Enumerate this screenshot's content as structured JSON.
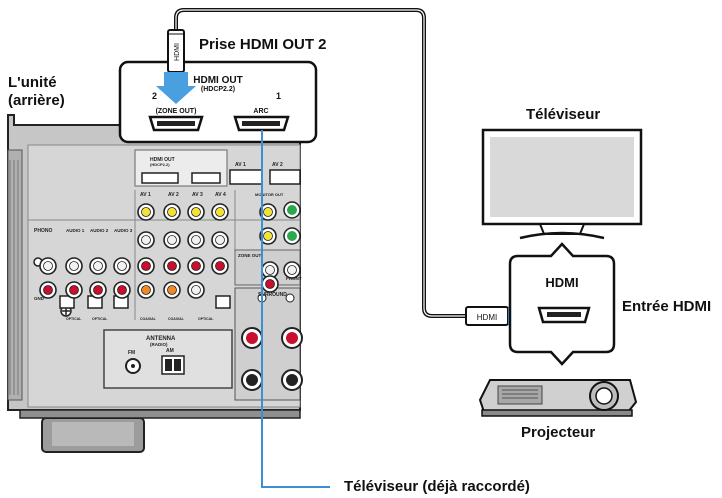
{
  "labels": {
    "hdmi_out_2_jack": "Prise HDMI OUT 2",
    "unit_rear_line1": "L'unité",
    "unit_rear_line2": "(arrière)",
    "tv": "Téléviseur",
    "hdmi_input": "Entrée HDMI",
    "projector": "Projecteur",
    "tv_already_connected": "Téléviseur (déjà raccordé)"
  },
  "callout": {
    "title": "HDMI OUT",
    "subtitle": "(HDCP2.2)",
    "port2_number": "2",
    "port2_name": "(ZONE OUT)",
    "port1_number": "1",
    "port1_name": "ARC"
  },
  "projector_callout": {
    "hdmi_label": "HDMI"
  },
  "cable": {
    "plug_label_top": "HDMI",
    "plug_label_right": "HDMI"
  },
  "panel": {
    "hdmi_out_title": "HDMI OUT",
    "hdmi_out_sub": "(HDCP2.2)",
    "av1": "AV 1",
    "av2": "AV 2",
    "av3": "AV 3",
    "av4": "AV 4",
    "phono": "PHONO",
    "audio1": "AUDIO 1",
    "audio2": "AUDIO 2",
    "audio3": "AUDIO 3",
    "optical": "OPTICAL",
    "coaxial": "COAXIAL",
    "gnd": "GND",
    "antenna": "ANTENNA",
    "antenna_sub": "(RADIO)",
    "fm": "FM",
    "am": "AM",
    "surround": "SURROUND",
    "front": "FRONT",
    "zone_out": "ZONE OUT",
    "monitor_out": "MONITOR OUT"
  },
  "colors": {
    "arrow_blue": "#4a9fe0",
    "leader_line": "#3a8fd6",
    "panel_gray": "#c8c8c8",
    "cable_black": "#1a1a1a"
  }
}
